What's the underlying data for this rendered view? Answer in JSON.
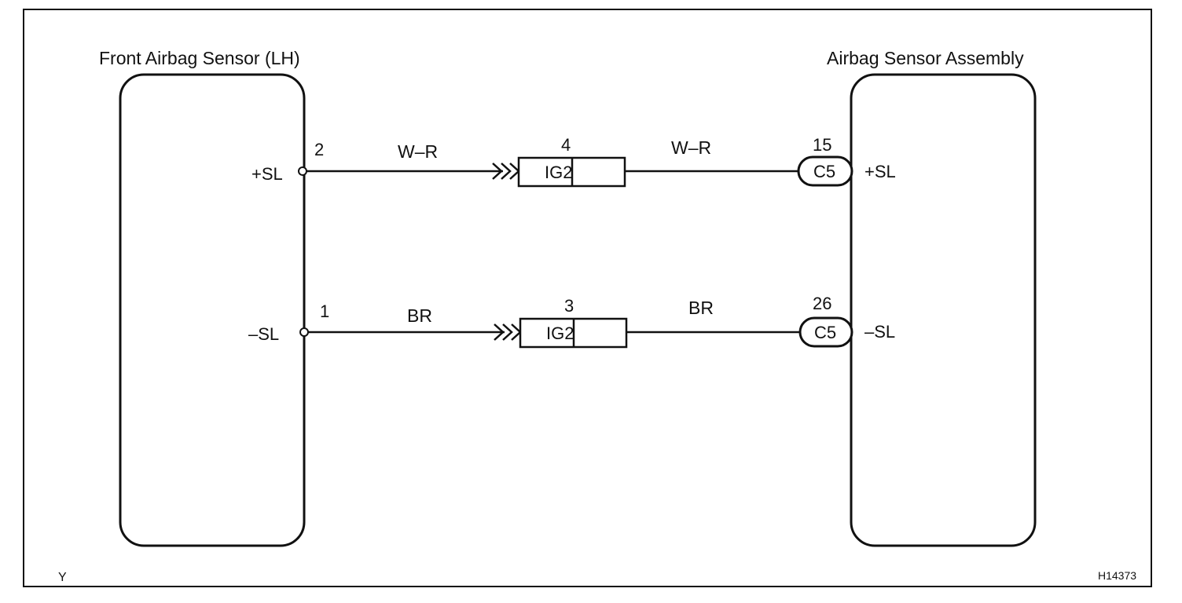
{
  "diagram": {
    "left_component": {
      "title": "Front Airbag Sensor (LH)",
      "terminals": [
        {
          "pin": "2",
          "signal": "+SL"
        },
        {
          "pin": "1",
          "signal": "–SL"
        }
      ]
    },
    "right_component": {
      "title": "Airbag Sensor Assembly",
      "terminals": [
        {
          "pin": "15",
          "connector": "C5",
          "signal": "+SL"
        },
        {
          "pin": "26",
          "connector": "C5",
          "signal": "–SL"
        }
      ]
    },
    "circuits": [
      {
        "wire_left": "W–R",
        "junction_pin": "4",
        "junction_connector": "IG2",
        "wire_right": "W–R"
      },
      {
        "wire_left": "BR",
        "junction_pin": "3",
        "junction_connector": "IG2",
        "wire_right": "BR"
      }
    ],
    "corner_letter": "Y",
    "figure_id": "H14373"
  }
}
